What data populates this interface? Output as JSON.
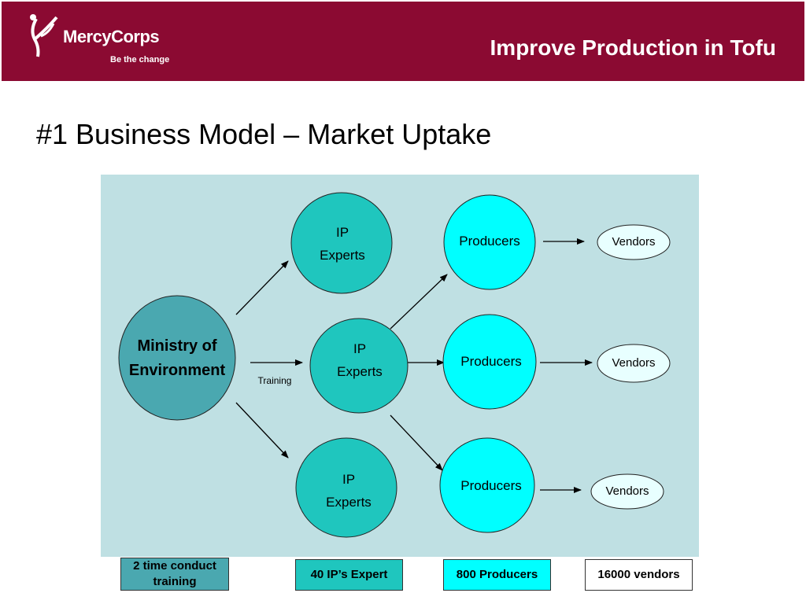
{
  "header": {
    "brand": "MercyCorps",
    "tagline": "Be the change",
    "title": "Improve Production in Tofu"
  },
  "slide_title": "#1 Business Model – Market Uptake",
  "diagram": {
    "source": "Ministry of Environment",
    "edge_label": "Training",
    "experts": [
      "IP Experts",
      "IP Experts",
      "IP Experts"
    ],
    "producers": [
      "Producers",
      "Producers",
      "Producers"
    ],
    "vendors": [
      "Vendors",
      "Vendors",
      "Vendors"
    ]
  },
  "summary_boxes": [
    {
      "label": "2 time conduct training",
      "color": "#4aa8b0"
    },
    {
      "label": "40 IP’s Expert",
      "color": "#1fc6be"
    },
    {
      "label": "800 Producers",
      "color": "#00ffff"
    },
    {
      "label": "16000 vendors",
      "color": "#ffffff"
    }
  ],
  "colors": {
    "header": "#8b0a32",
    "panel": "#bfe0e3",
    "ministry": "#4aa8b0",
    "expert": "#1fc6be",
    "producer": "#00ffff",
    "vendor": "#e8ffff"
  }
}
